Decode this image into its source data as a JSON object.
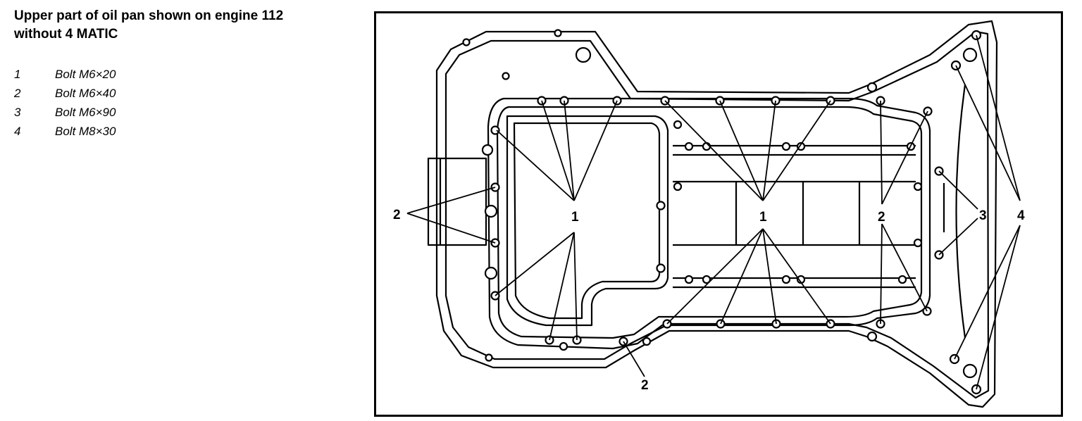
{
  "title_lines": [
    "Upper part of oil pan shown on engine 112",
    "without 4 MATIC"
  ],
  "legend": [
    {
      "num": "1",
      "text": "Bolt M6×20"
    },
    {
      "num": "2",
      "text": "Bolt M6×40"
    },
    {
      "num": "3",
      "text": "Bolt M6×90"
    },
    {
      "num": "4",
      "text": " Bolt M8×30"
    }
  ],
  "callouts": {
    "c1_left": "1",
    "c1_mid": "1",
    "c2_left": "2",
    "c2_mid": "2",
    "c2_bottom": "2",
    "c3": "3",
    "c4": "4"
  }
}
